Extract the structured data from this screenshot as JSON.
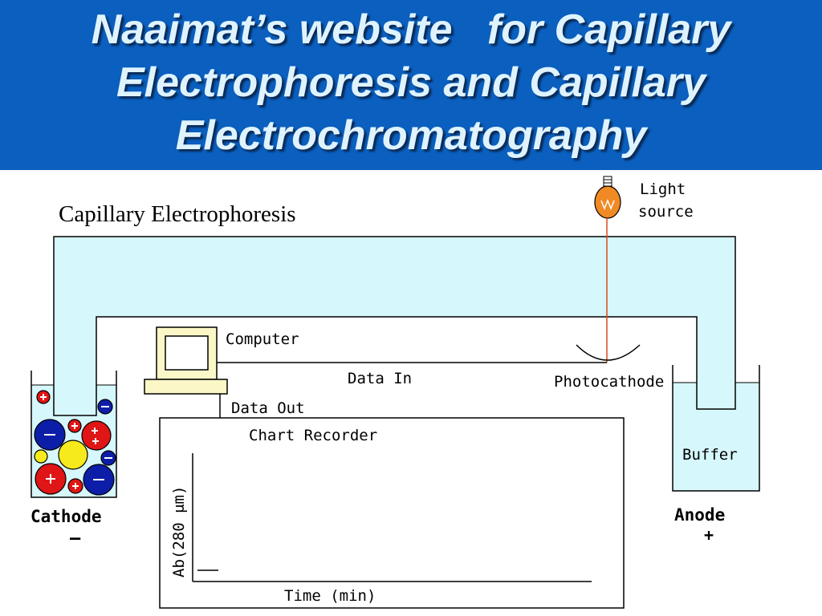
{
  "slide": {
    "title_lines": [
      "Naaimat’s website   for Capillary",
      "Electrophoresis and Capillary",
      "Electrochromatography"
    ]
  },
  "diagram": {
    "heading": "Capillary Electrophoresis",
    "light_source": [
      "Light",
      "source"
    ],
    "computer": "Computer",
    "data_in": "Data In",
    "data_out": "Data Out",
    "photocathode": "Photocathode",
    "chart_recorder": "Chart Recorder",
    "y_axis_label": "Ab(280 μm)",
    "x_axis_label": "Time (min)",
    "buffer": "Buffer",
    "cathode": "Cathode",
    "cathode_sign": "–",
    "anode": "Anode",
    "anode_sign": "+",
    "colors": {
      "header_bg": "#0a5fbf",
      "title_text": "#dff3ff",
      "buffer_fill": "#d6f7fb",
      "negative_ion": "#0c1ea8",
      "positive_ion": "#e01515",
      "neutral": "#f7ea1c",
      "light_beam": "#d94a1a",
      "bulb": "#f08a24"
    }
  }
}
